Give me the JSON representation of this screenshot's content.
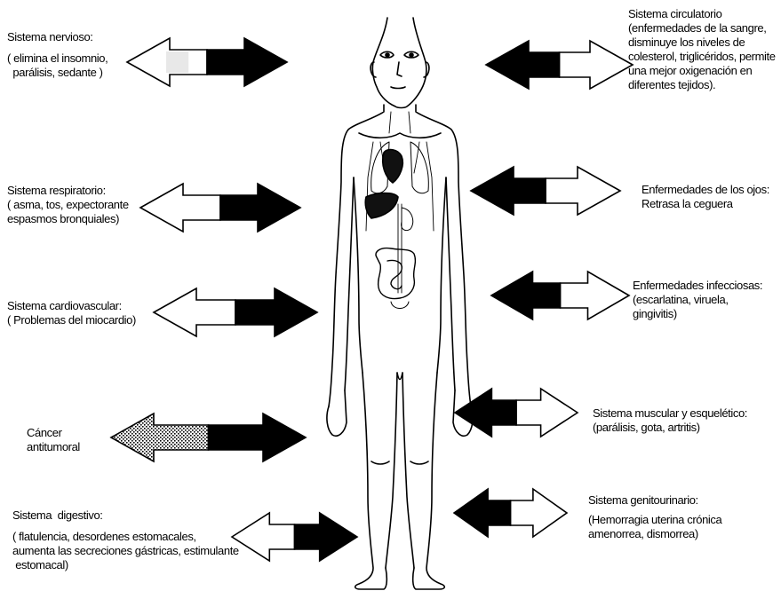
{
  "left": {
    "nervioso": [
      "Sistema nervioso:",
      "( elimina el insomnio,",
      "  parálisis, sedante )"
    ],
    "respiratorio": [
      "Sistema respiratorio:",
      "( asma, tos, expectorante",
      "espasmos bronquiales)"
    ],
    "cardiovascular": [
      "Sistema cardiovascular:",
      "( Problemas del miocardio)"
    ],
    "cancer": [
      "Cáncer",
      "antitumoral"
    ],
    "digestivo": [
      "Sistema  digestivo:",
      "( flatulencia, desordenes estomacales,",
      "aumenta las secreciones gástricas, estimulante",
      " estomacal)"
    ]
  },
  "right": {
    "circulatorio": [
      "Sistema circulatorio",
      "(enfermedades de la sangre,",
      "disminuye los niveles de",
      "colesterol, triglicéridos, permite",
      "una mejor oxigenación en",
      "diferentes tejidos)."
    ],
    "ojos": [
      "Enfermedades de los ojos:",
      "Retrasa la ceguera"
    ],
    "infecciosas": [
      "Enfermedades infecciosas:",
      "(escarlatina, viruela,",
      "gingivitis)"
    ],
    "muscular": [
      "Sistema muscular y esquelético:",
      "(parálisis, gota, artritis)"
    ],
    "genitourinario": [
      "Sistema genitourinario:",
      "(Hemorragia uterina crónica",
      "amenorrea, dismorrea)"
    ]
  },
  "colors": {
    "arrow_fill": "#000000",
    "arrow_outline": "#000000",
    "background": "#ffffff"
  },
  "icons": {
    "figure": "human-body-icon",
    "arrow": "double-arrow-icon"
  }
}
